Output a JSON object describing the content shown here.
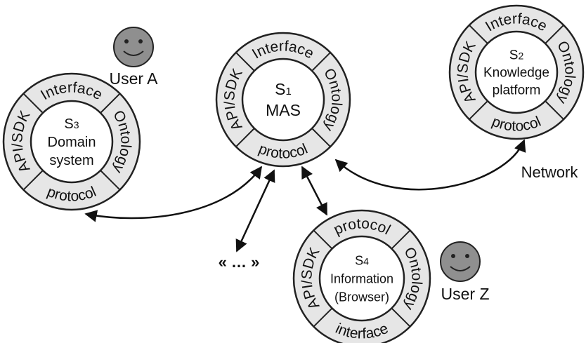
{
  "colors": {
    "ring_fill": "#e6e6e6",
    "core_fill": "#ffffff",
    "stroke": "#222222",
    "user_face": "#8f8f8f",
    "arrow": "#111111"
  },
  "systems": [
    {
      "id": "s1",
      "name": "S",
      "subscript": "1",
      "lines": [
        "MAS"
      ],
      "segments": {
        "top": "Interface",
        "right": "Ontology",
        "bottom": "protocol",
        "left": "API/SDK"
      }
    },
    {
      "id": "s2",
      "name": "S",
      "subscript": "2",
      "lines": [
        "Knowledge",
        "platform"
      ],
      "segments": {
        "top": "Interface",
        "right": "Ontology",
        "bottom": "protocol",
        "left": "API/SDK"
      }
    },
    {
      "id": "s3",
      "name": "S",
      "subscript": "3",
      "lines": [
        "Domain",
        "system"
      ],
      "segments": {
        "top": "Interface",
        "right": "Ontology",
        "bottom": "protocol",
        "left": "API/SDK"
      }
    },
    {
      "id": "s4",
      "name": "S",
      "subscript": "4",
      "lines": [
        "Information",
        "(Browser)"
      ],
      "segments": {
        "top": "protocol",
        "right": "Ontology",
        "bottom": "interface",
        "left": "API/SDK"
      }
    }
  ],
  "users": [
    {
      "id": "user-a",
      "label": "User A"
    },
    {
      "id": "user-z",
      "label": "User Z"
    }
  ],
  "labels": {
    "network": "Network",
    "ellipsis": "« … »"
  }
}
